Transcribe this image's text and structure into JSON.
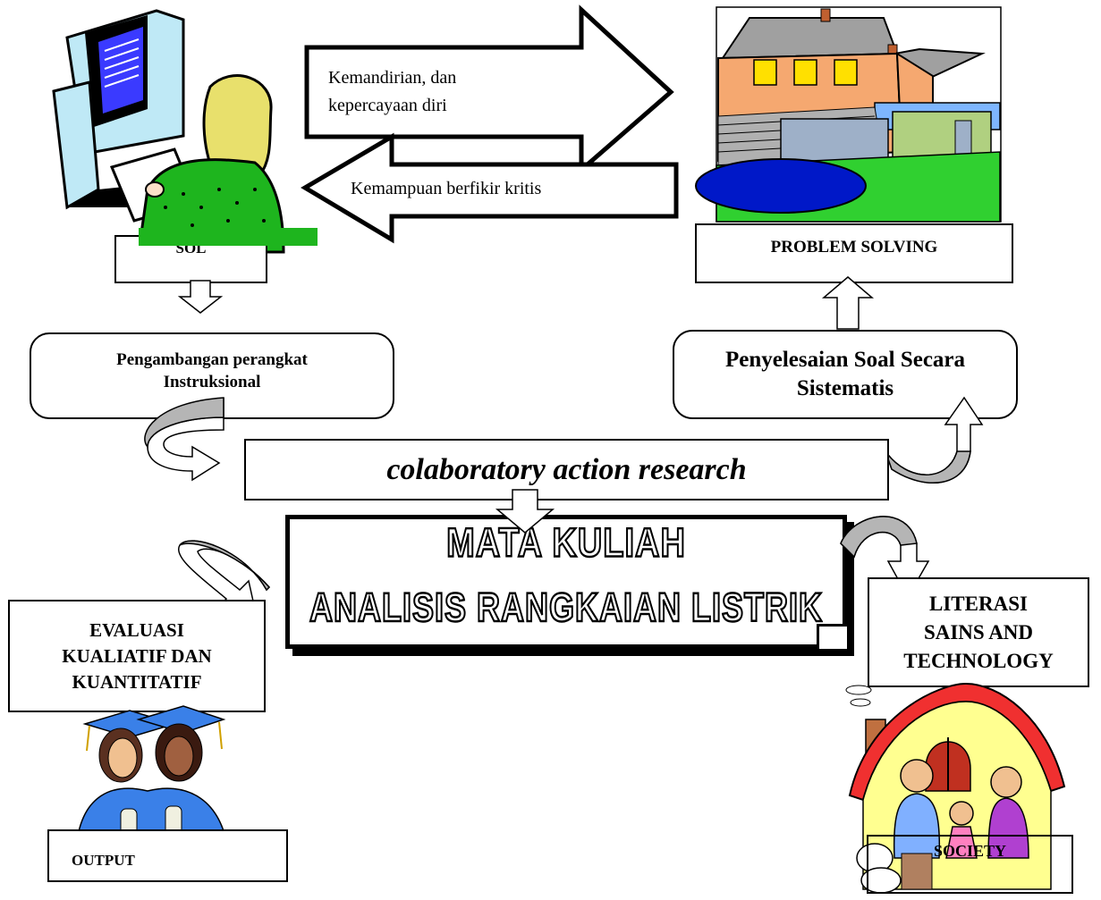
{
  "arrows": {
    "top_right": "Kemandirian, dan\nkepercayaan diri",
    "top_left": "Kemampuan berfikir kritis"
  },
  "boxes": {
    "sol": "SOL",
    "problem_solving": "PROBLEM SOLVING",
    "pengembangan": "Pengambangan perangkat\nInstruksional",
    "penyelesaian": "Penyelesaian Soal Secara\nSistematis",
    "action_research": "colaboratory action research",
    "mata_kuliah_line1": "MATA KULIAH",
    "mata_kuliah_line2": "ANALISIS RANGKAIAN LISTRIK",
    "evaluasi": "EVALUASI\nKUALIATIF DAN\nKUANTITATIF",
    "literasi": "LITERASI\nSAINS AND\nTECHNOLOGY",
    "output": "OUTPUT",
    "society": "SOCIETY"
  },
  "clipart": [
    "computer-user-clipart",
    "building-pool-clipart",
    "graduates-clipart",
    "family-house-clipart"
  ]
}
